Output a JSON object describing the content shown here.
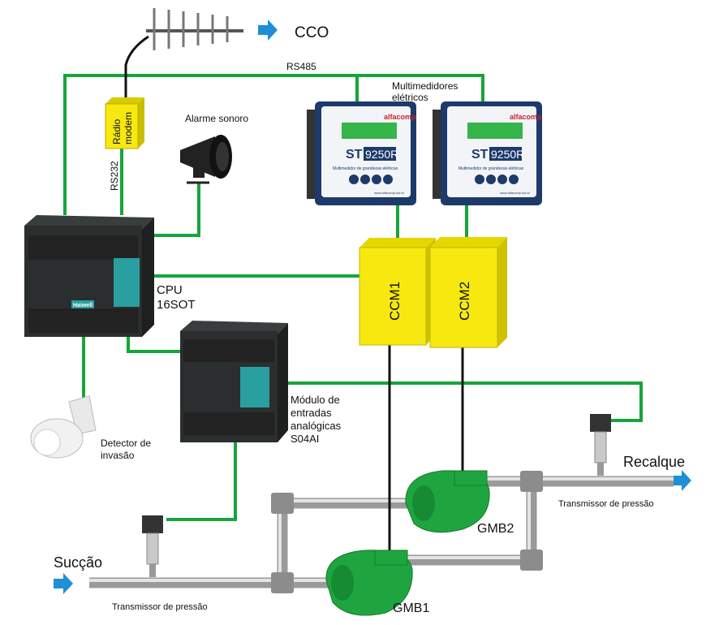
{
  "labels": {
    "cco": "CCO",
    "rs485": "RS485",
    "rs232": "RS232",
    "radio_modem_line1": "Rádio",
    "radio_modem_line2": "modem",
    "alarm": "Alarme sonoro",
    "multimeters_line1": "Multimedidores",
    "multimeters_line2": "elétricos",
    "cpu_line1": "CPU",
    "cpu_line2": "16SOT",
    "module_line1": "Módulo de",
    "module_line2": "entradas",
    "module_line3": "analógicas",
    "module_line4": "S04AI",
    "detector_line1": "Detector de",
    "detector_line2": "invasão",
    "ccm1": "CCM1",
    "ccm2": "CCM2",
    "gmb1": "GMB1",
    "gmb2": "GMB2",
    "suction": "Sucção",
    "discharge": "Recalque",
    "transmitter_suction": "Transmissor de pressão",
    "transmitter_discharge": "Transmissor de pressão"
  },
  "multimeter": {
    "brand": "alfacomp",
    "model_prefix": "ST",
    "model": "9250R",
    "subtitle": "Multimedidor de grandezas elétricas",
    "url": "www.alfacomp.ind.br"
  },
  "plc_brand": "Haiwell",
  "colors": {
    "wire": "#17a53a",
    "ccm": "#f7e90f",
    "pump": "#1fa53f",
    "arrow": "#1e8fd6",
    "pipe": "#9a9a9a"
  }
}
